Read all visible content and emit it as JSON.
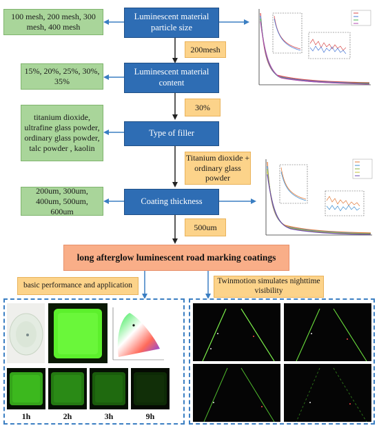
{
  "flow": {
    "step1": "Luminescent material particle size",
    "step2": "Luminescent material content",
    "step3": "Type of filler",
    "step4": "Coating thickness"
  },
  "options": {
    "particle_sizes": "100 mesh, 200 mesh, 300 mesh, 400 mesh",
    "contents": "15%, 20%, 25%, 30%, 35%",
    "fillers": "titanium dioxide, ultrafine glass powder, ordinary glass powder, talc powder , kaolin",
    "thicknesses": "200um, 300um, 400um, 500um, 600um"
  },
  "results": {
    "particle_size": "200mesh",
    "content": "30%",
    "filler": "Titanium dioxide + ordinary glass powder",
    "thickness": "500um"
  },
  "final": {
    "title": "long afterglow luminescent road marking coatings",
    "left_tag": "basic performance and application",
    "right_tag": "Twinmotion simulates nighttime visibility"
  },
  "hours": [
    "1h",
    "2h",
    "3h",
    "9h"
  ],
  "colors": {
    "process_blue": "#2e6db4",
    "option_green": "#a9d59a",
    "result_yellow": "#fcd38a",
    "title_salmon": "#f9ae88",
    "glow_green": "#5cf02c",
    "dash_blue": "#3a7ec2"
  }
}
